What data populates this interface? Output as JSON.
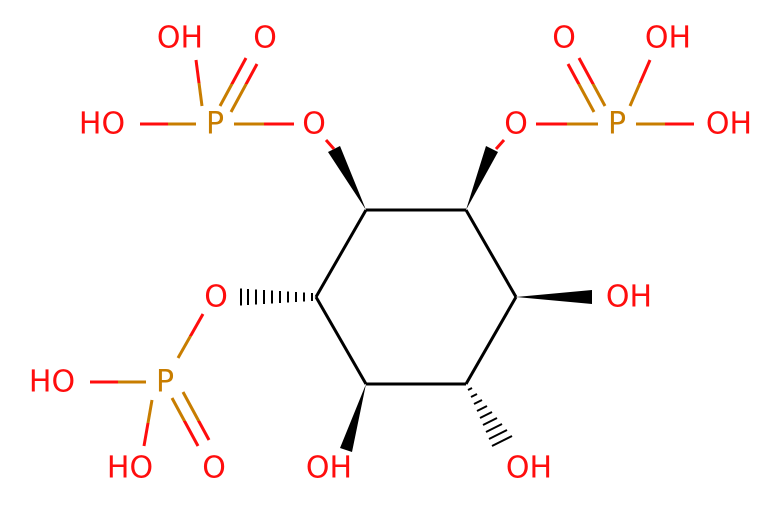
{
  "colors": {
    "bond": "#000000",
    "O": "#ff0d0d",
    "P": "#c87d00",
    "background": "#ffffff"
  },
  "labels": {
    "p1_oh_top": "OH",
    "p1_o_double": "O",
    "p1_oh_left": "HO",
    "p1": "P",
    "p1_o_ester": "O",
    "p2_o_double": "O",
    "p2_oh_top": "OH",
    "p2_o_ester": "O",
    "p2": "P",
    "p2_oh_right": "OH",
    "p3_o_ester": "O",
    "c_oh_right": "OH",
    "p3_oh_left": "HO",
    "p3": "P",
    "p3_oh_bottom": "HO",
    "p3_o_double": "O",
    "c_oh_bottom_left": "OH",
    "c_oh_bottom_right": "OH"
  }
}
